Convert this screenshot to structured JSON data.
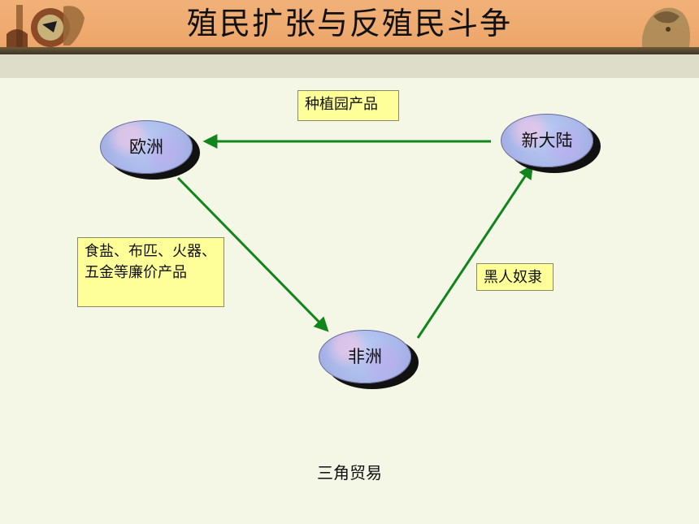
{
  "slide": {
    "title": "殖民扩张与反殖民斗争",
    "caption": "三角贸易"
  },
  "diagram": {
    "nodes": {
      "europe": "欧洲",
      "new_world": "新大陆",
      "africa": "非洲"
    },
    "labels": {
      "plantation_products": "种植园产品",
      "cheap_goods": "食盐、布匹、火器、五金等廉价产品",
      "slaves": "黑人奴隶"
    }
  },
  "colors": {
    "arrow": "#11851c",
    "label_fill": "#ffff99",
    "header": "#eda66a"
  }
}
